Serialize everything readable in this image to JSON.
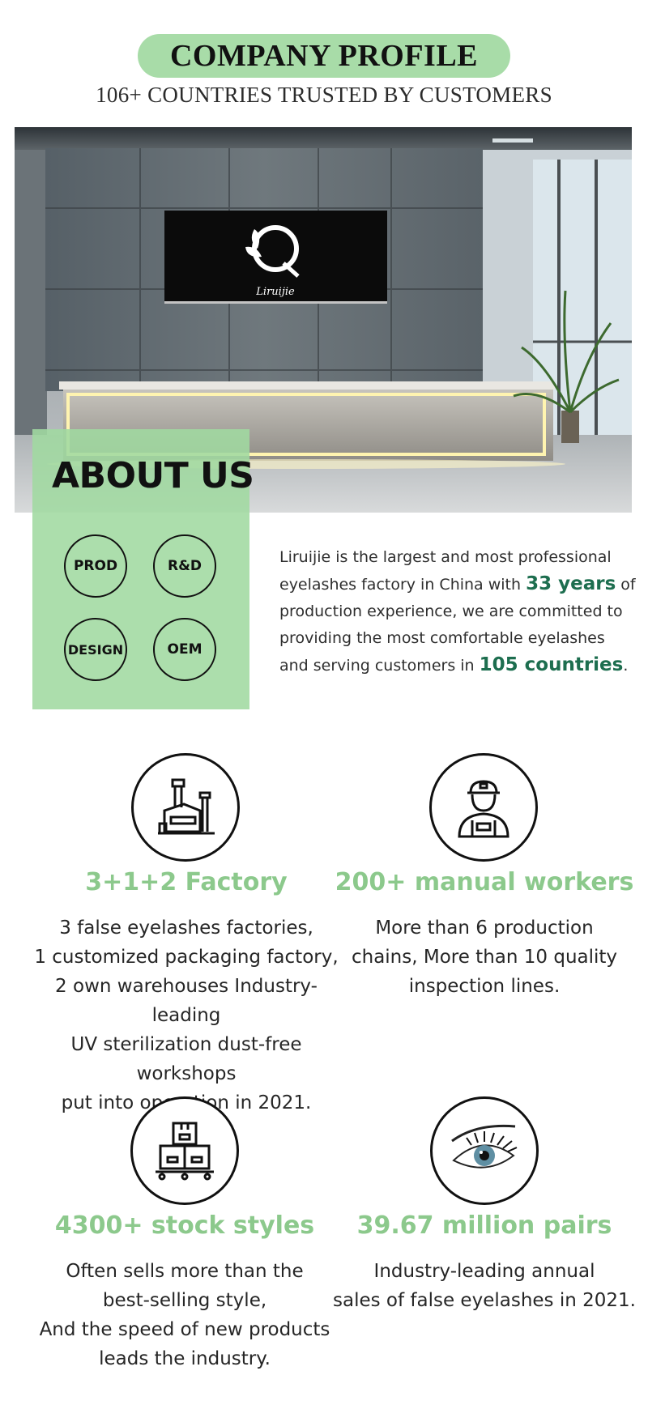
{
  "header": {
    "title": "COMPANY PROFILE",
    "subtitle": "106+ COUNTRIES TRUSTED BY CUSTOMERS"
  },
  "photo": {
    "logo_text": "Liruijie"
  },
  "about": {
    "title": "ABOUT US",
    "badges": [
      "PROD",
      "R&D",
      "DESIGN",
      "OEM"
    ],
    "text_part1": "Liruijie is the largest and most professional eyelashes factory in China with ",
    "highlight_years": "33 years",
    "text_part2": " of production experience, we are committed to providing the most comfortable eyelashes and serving customers in ",
    "highlight_countries": "105 countries",
    "text_part3": "."
  },
  "colors": {
    "accent_green": "#a8dca8",
    "feature_title": "#8cc98c",
    "highlight": "#1d6e4f"
  },
  "features": [
    {
      "icon": "factory-icon",
      "title": "3+1+2 Factory",
      "lines": [
        "3 false eyelashes factories,",
        "1 customized packaging factory,",
        "2 own warehouses Industry-leading",
        "UV sterilization dust-free workshops",
        "put into operation in 2021."
      ]
    },
    {
      "icon": "worker-icon",
      "title": "200+ manual workers",
      "lines": [
        "More than 6 production",
        "chains, More than 10 quality",
        "inspection lines."
      ]
    },
    {
      "icon": "boxes-icon",
      "title": "4300+ stock styles",
      "lines": [
        "Often sells more than the",
        "best-selling style,",
        "And the speed of new products",
        "leads the industry."
      ]
    },
    {
      "icon": "eye-lash-icon",
      "title": "39.67 million pairs",
      "lines": [
        "Industry-leading annual",
        "sales of false eyelashes in 2021."
      ]
    }
  ]
}
